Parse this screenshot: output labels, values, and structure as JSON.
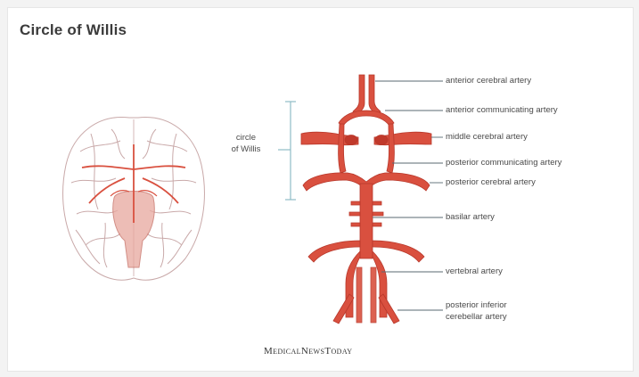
{
  "title": "Circle of Willis",
  "circle_label": "circle\nof Willis",
  "labels": {
    "anterior_cerebral": "anterior cerebral artery",
    "anterior_communicating": "anterior communicating artery",
    "middle_cerebral": "middle cerebral artery",
    "posterior_communicating": "posterior communicating artery",
    "posterior_cerebral": "posterior cerebral artery",
    "basilar": "basilar artery",
    "vertebral": "vertebral artery",
    "posterior_inferior_1": "posterior inferior",
    "posterior_inferior_2": "cerebellar artery"
  },
  "brand": "MedicalNewsToday",
  "colors": {
    "artery": "#d9503f",
    "artery_dark": "#b8382b",
    "line": "#5a6a72",
    "bracket": "#8fbcc6"
  }
}
